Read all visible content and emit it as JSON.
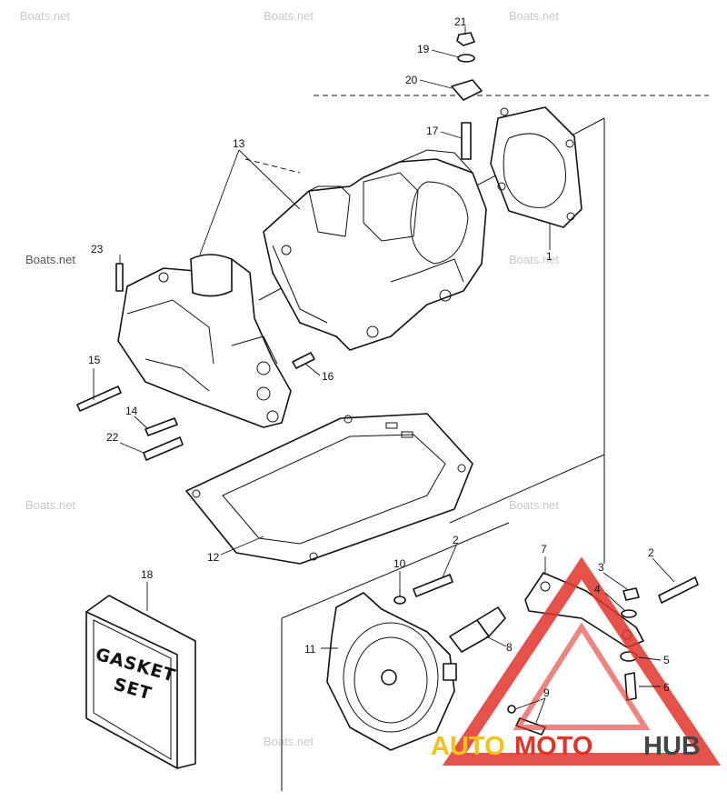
{
  "diagram": {
    "callouts": [
      {
        "id": "c1",
        "label": "1"
      },
      {
        "id": "c2a",
        "label": "2"
      },
      {
        "id": "c2b",
        "label": "2"
      },
      {
        "id": "c3",
        "label": "3"
      },
      {
        "id": "c4",
        "label": "4"
      },
      {
        "id": "c5",
        "label": "5"
      },
      {
        "id": "c6",
        "label": "6"
      },
      {
        "id": "c7",
        "label": "7"
      },
      {
        "id": "c8",
        "label": "8"
      },
      {
        "id": "c9",
        "label": "9"
      },
      {
        "id": "c10",
        "label": "10"
      },
      {
        "id": "c11",
        "label": "11"
      },
      {
        "id": "c12",
        "label": "12"
      },
      {
        "id": "c13",
        "label": "13"
      },
      {
        "id": "c14",
        "label": "14"
      },
      {
        "id": "c15",
        "label": "15"
      },
      {
        "id": "c16",
        "label": "16"
      },
      {
        "id": "c17",
        "label": "17"
      },
      {
        "id": "c18",
        "label": "18"
      },
      {
        "id": "c19",
        "label": "19"
      },
      {
        "id": "c20",
        "label": "20"
      },
      {
        "id": "c21",
        "label": "21"
      },
      {
        "id": "c22",
        "label": "22"
      },
      {
        "id": "c23",
        "label": "23"
      }
    ],
    "gasket_set": {
      "line1": "GASKET",
      "line2": "SET"
    },
    "watermark": "Boats.net",
    "logo": {
      "part1": "AUTO",
      "part2": "MOTO",
      "part3": "HUB"
    },
    "colors": {
      "logo_auto": "#f2c21a",
      "logo_moto": "#e0342b",
      "logo_hub": "#444444",
      "logo_triangle": "#e0342b",
      "watermark": "#c9c9c9"
    }
  }
}
